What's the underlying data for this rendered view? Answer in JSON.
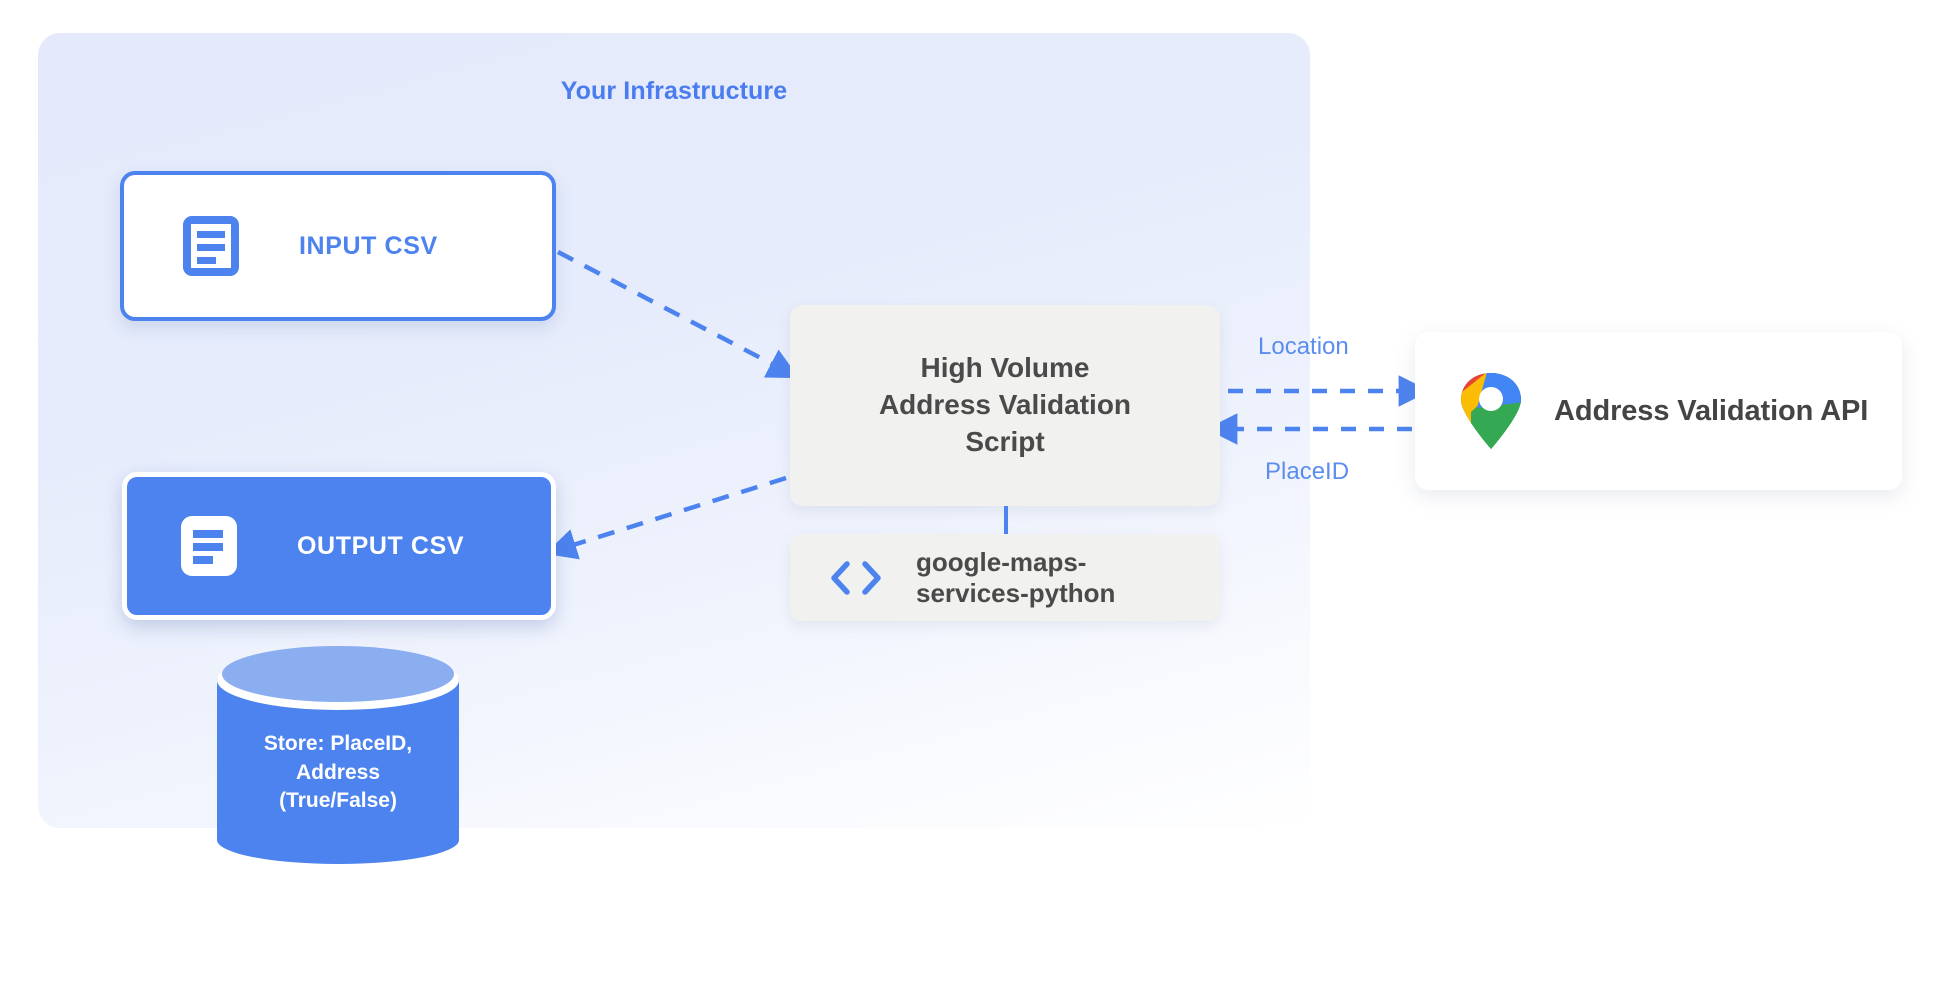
{
  "panel": {
    "title": "Your Infrastructure",
    "accent_color": "#4d83ef",
    "background_color": "#e6ecfb"
  },
  "nodes": {
    "input_csv": {
      "label": "INPUT CSV",
      "icon": "document-icon",
      "border_color": "#4d83ef",
      "fill_color": "#ffffff",
      "text_color": "#4d83ef"
    },
    "output_csv": {
      "label": "OUTPUT CSV",
      "icon": "document-icon",
      "border_color": "#ffffff",
      "fill_color": "#4d83ef",
      "text_color": "#ffffff"
    },
    "script": {
      "lines": [
        "High Volume",
        "Address Validation",
        "Script"
      ],
      "fill_color": "#f1f1ef",
      "text_color": "#4a4a4a"
    },
    "library": {
      "lines": [
        "google-maps-",
        "services-python"
      ],
      "icon": "code-brackets-icon",
      "icon_color": "#4d83ef",
      "fill_color": "#f1f1ef",
      "text_color": "#4a4a4a"
    },
    "api": {
      "label": "Address Validation API",
      "icon": "google-maps-pin-icon",
      "fill_color": "#ffffff",
      "text_color": "#444444"
    },
    "database": {
      "lines": [
        "Store: PlaceID,",
        "Address",
        "(True/False)"
      ],
      "body_color": "#4d83ef",
      "top_color": "#8aaef0",
      "text_color": "#ffffff"
    }
  },
  "edges": {
    "input_to_script": {
      "label": "",
      "style": "dashed",
      "direction": "forward"
    },
    "script_to_output": {
      "label": "",
      "style": "dashed",
      "direction": "forward"
    },
    "script_to_api": {
      "label": "Location",
      "style": "dashed",
      "direction": "forward"
    },
    "api_to_script": {
      "label": "PlaceID",
      "style": "dashed",
      "direction": "forward"
    },
    "script_to_library": {
      "label": "",
      "style": "solid",
      "direction": "none"
    },
    "edge_color": "#4d83ef"
  }
}
